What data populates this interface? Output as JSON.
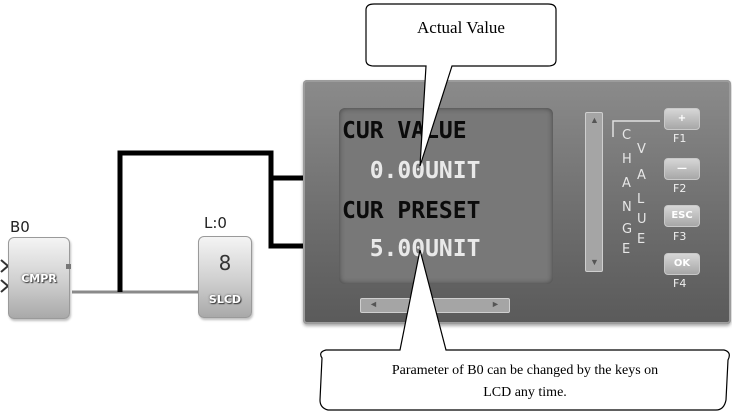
{
  "callout_top": {
    "text": "Actual Value"
  },
  "callout_bottom": {
    "line1": "Parameter of B0 can be changed by the keys on",
    "line2": "LCD any time."
  },
  "block_b0": {
    "name": "B0",
    "label": "CMPR"
  },
  "block_l0": {
    "name": "L:0",
    "number": "8",
    "label": "SLCD"
  },
  "lcd": {
    "line1": "CUR VALUE",
    "line2": "  0.00UNIT",
    "line3": "CUR PRESET",
    "line4": "  5.00UNIT"
  },
  "side_text": {
    "letters": [
      "C",
      "H",
      "A",
      "N",
      "G",
      "E"
    ],
    "letters2": [
      "V",
      "A",
      "L",
      "U",
      "E"
    ]
  },
  "keys": [
    {
      "symbol": "+",
      "label": "F1"
    },
    {
      "symbol": "—",
      "label": "F2"
    },
    {
      "symbol": "ESC",
      "label": "F3"
    },
    {
      "symbol": "OK",
      "label": "F4"
    }
  ],
  "colors": {
    "device": "#6c6c6c",
    "screen": "#787878",
    "arrow": "#000000"
  }
}
